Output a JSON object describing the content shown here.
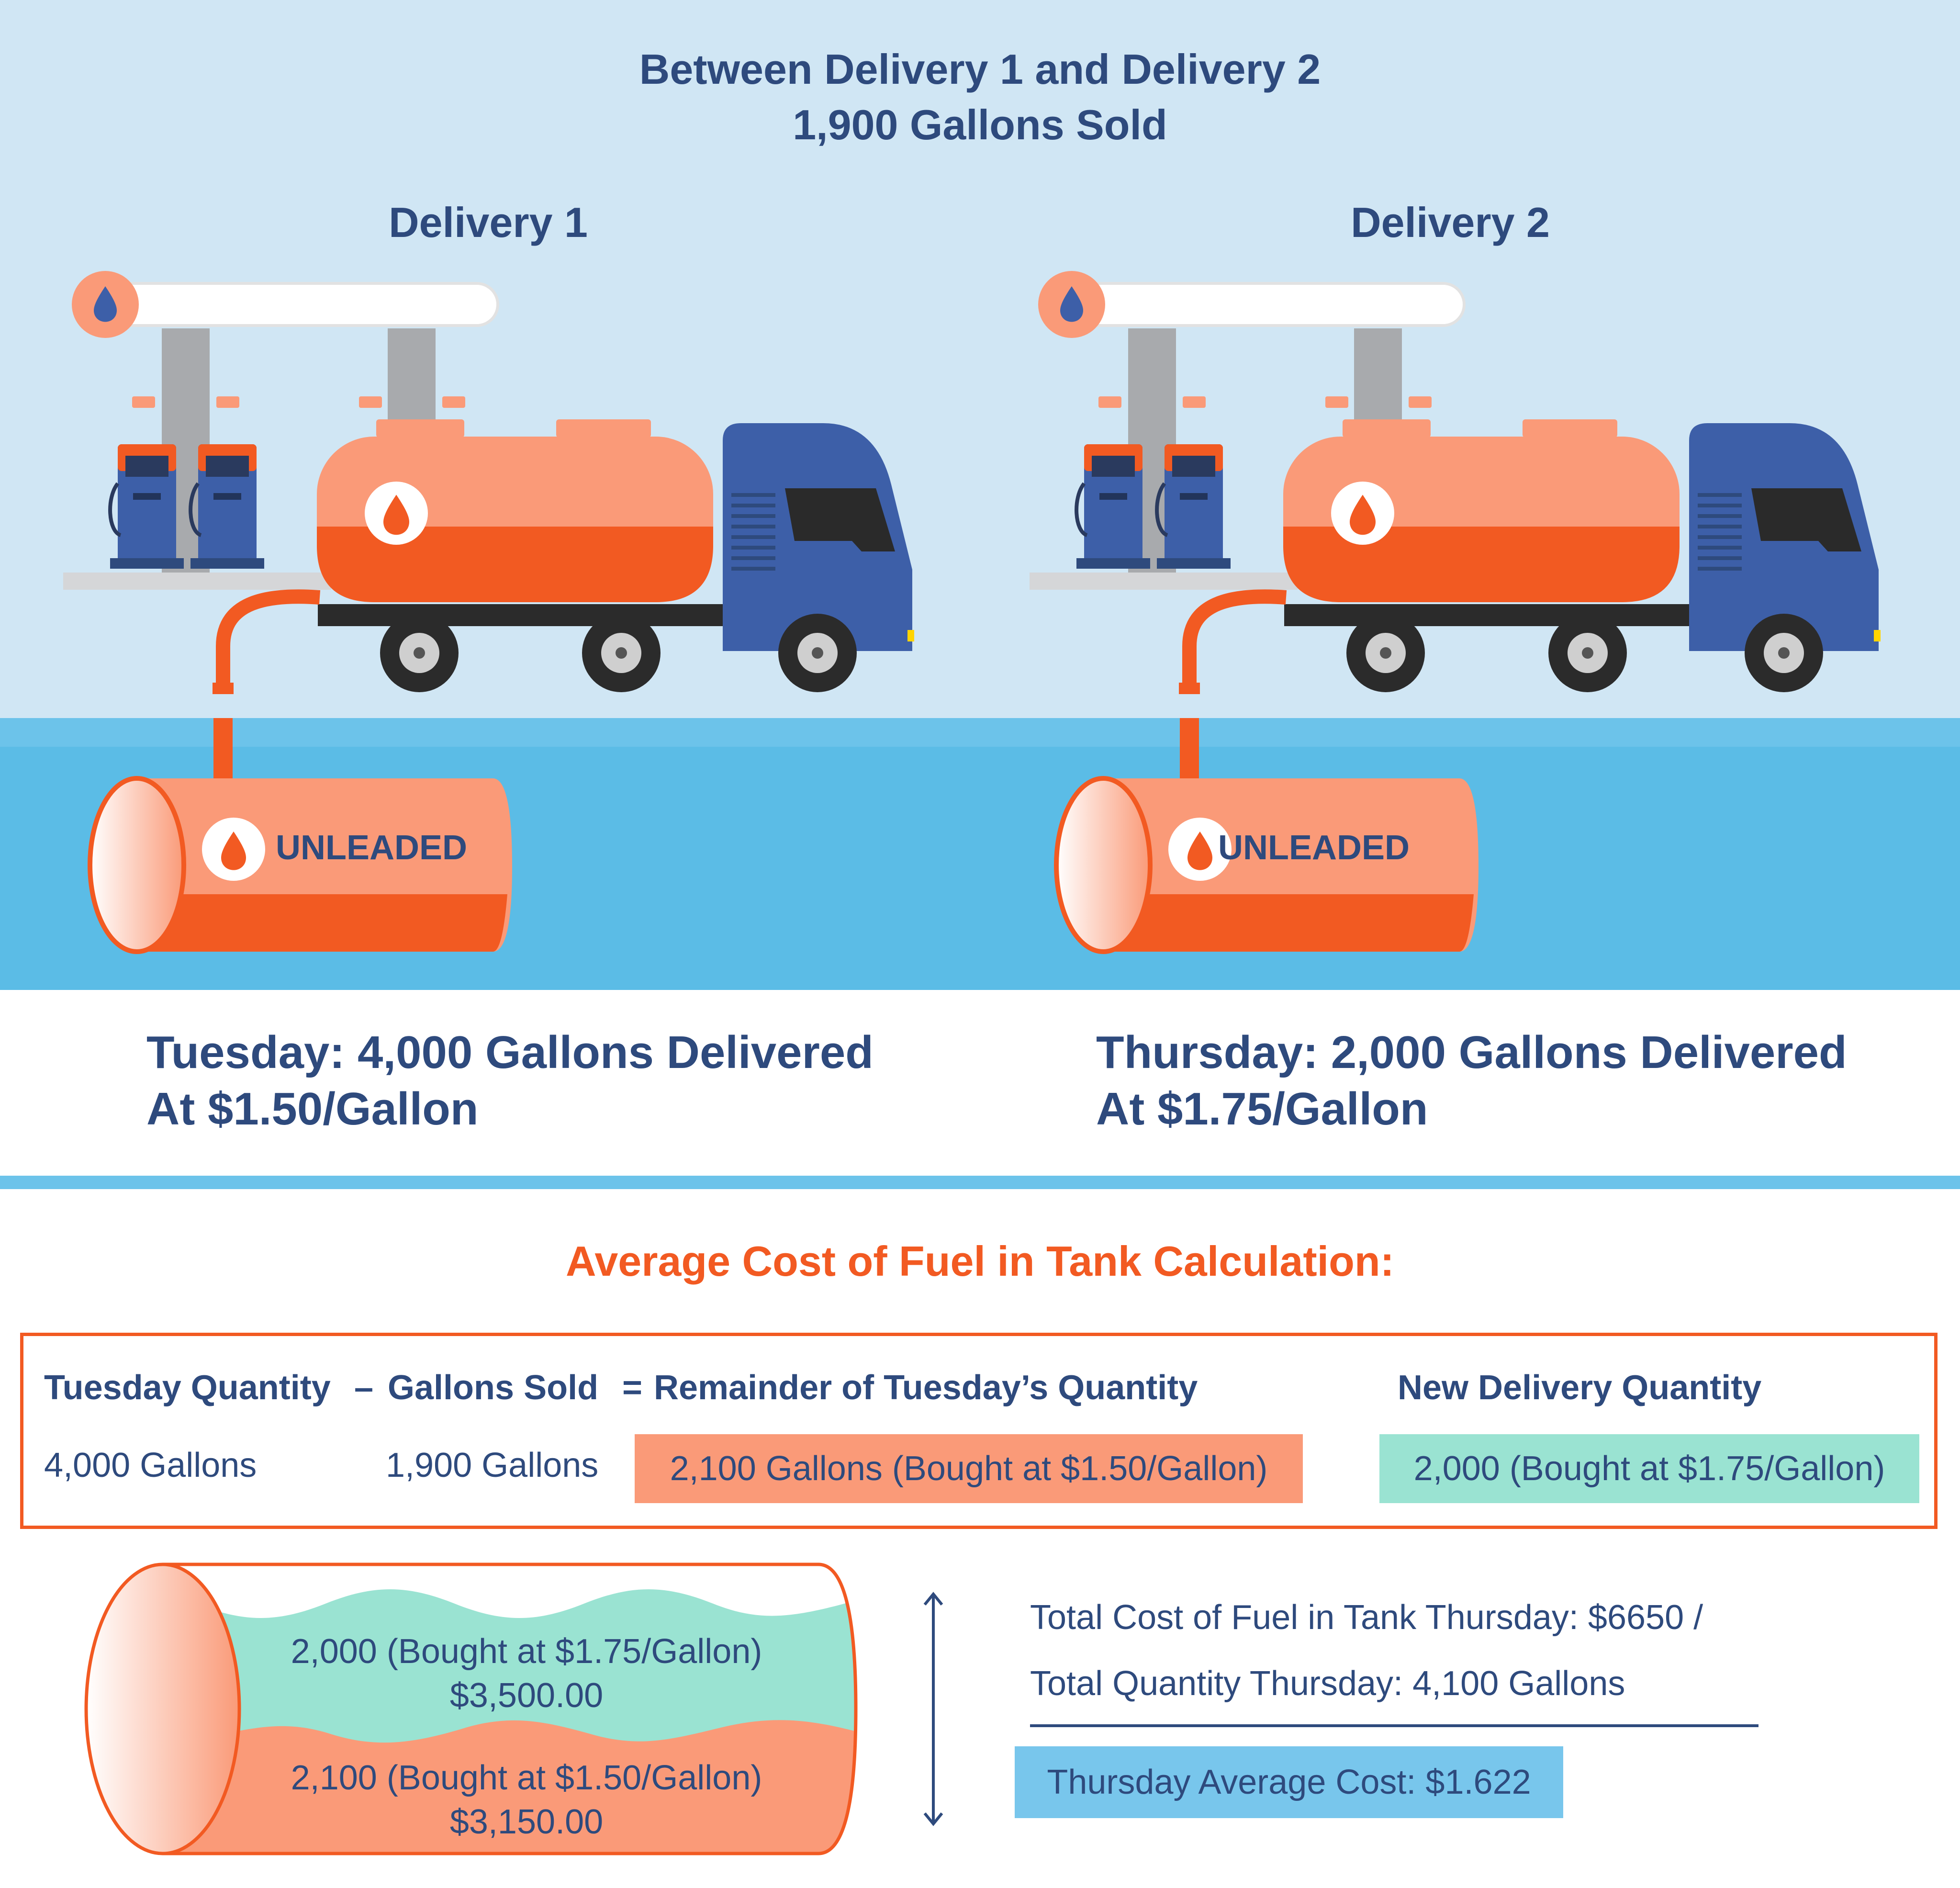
{
  "header": {
    "line1": "Between Delivery 1 and Delivery 2",
    "line2": "1,900 Gallons Sold"
  },
  "deliveries": [
    {
      "title": "Delivery 1",
      "tank_label": "UNLEADED",
      "caption_line1": "Tuesday: 4,000 Gallons Delivered",
      "caption_line2": "At $1.50/Gallon"
    },
    {
      "title": "Delivery 2",
      "tank_label": "UNLEADED",
      "caption_line1": "Thursday: 2,000 Gallons Delivered",
      "caption_line2": "At $1.75/Gallon"
    }
  ],
  "calculation": {
    "title": "Average Cost of Fuel in Tank Calculation:",
    "headers": {
      "tuesday_quantity": "Tuesday Quantity",
      "minus": "–",
      "gallons_sold": "Gallons Sold",
      "equals": "=",
      "remainder": "Remainder of Tuesday’s Quantity",
      "new_delivery": "New Delivery Quantity"
    },
    "values": {
      "tuesday_quantity": "4,000 Gallons",
      "gallons_sold": "1,900 Gallons",
      "remainder": "2,100 Gallons (Bought at $1.50/Gallon)",
      "new_delivery": "2,000 (Bought at $1.75/Gallon)"
    }
  },
  "tank": {
    "top_layer_line1": "2,000 (Bought at $1.75/Gallon)",
    "top_layer_line2": "$3,500.00",
    "bottom_layer_line1": "2,100 (Bought at $1.50/Gallon)",
    "bottom_layer_line2": "$3,150.00"
  },
  "summary": {
    "line1": "Total Cost of Fuel in Tank Thursday: $6650 /",
    "line2": "Total Quantity Thursday: 4,100 Gallons",
    "result": "Thursday Average Cost: $1.622"
  },
  "colors": {
    "sky": "#d0e6f4",
    "ground": "#5bbce6",
    "navy_text": "#2e4a7d",
    "orange_accent": "#f25a22",
    "salmon": "#fa9a78",
    "mint": "#9ae3d2",
    "light_blue_box": "#78c6ec",
    "truck_blue": "#3d5fa8"
  }
}
